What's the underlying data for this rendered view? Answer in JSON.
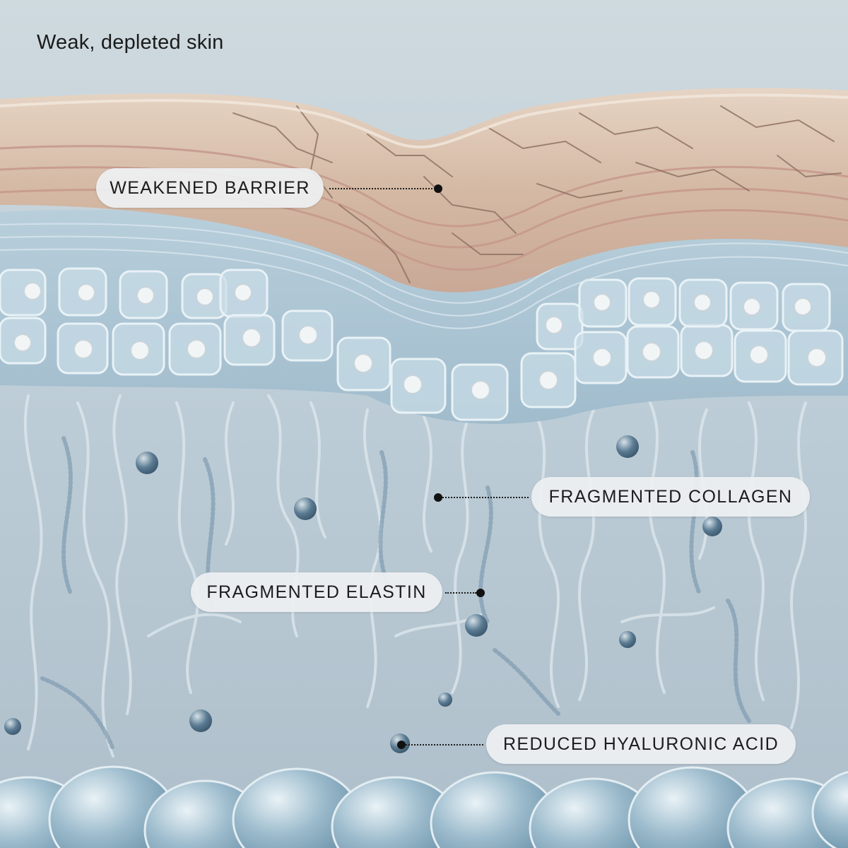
{
  "title": "Weak, depleted skin",
  "labels": {
    "barrier": "WEAKENED BARRIER",
    "collagen": "FRAGMENTED COLLAGEN",
    "elastin": "FRAGMENTED ELASTIN",
    "hyaluronic": "REDUCED HYALURONIC ACID"
  },
  "colors": {
    "background": "#c9d6dc",
    "barrier_layer": "#d9c1ae",
    "barrier_edge": "#c79a8e",
    "cell_layer": "#a9c3d2",
    "dermis": "#bccbd5",
    "label_fill": "#eef0f2",
    "text": "#1c1c1c"
  }
}
